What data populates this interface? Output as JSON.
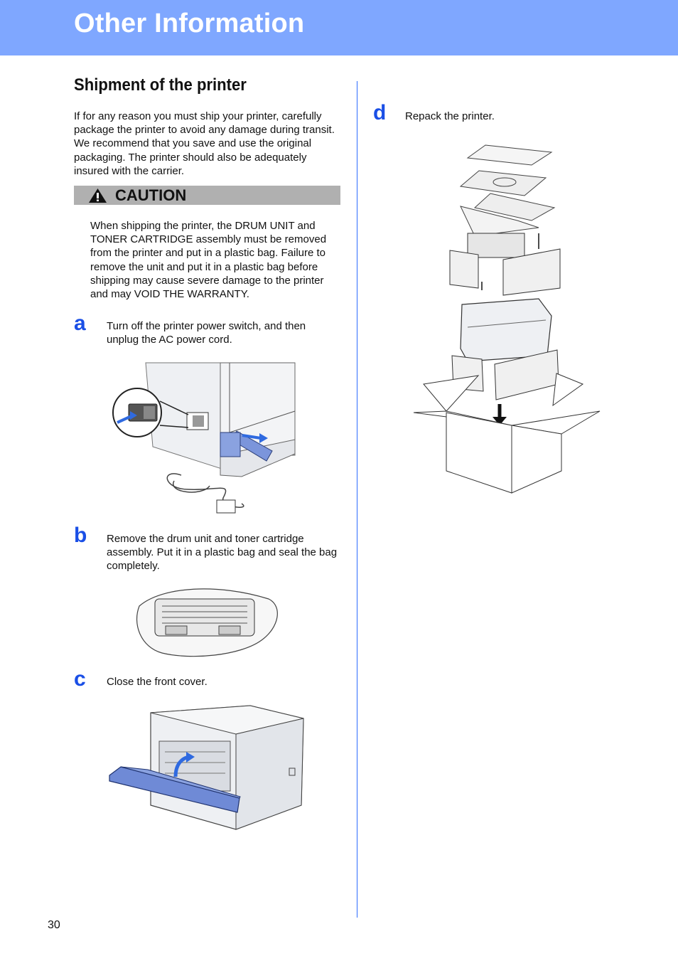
{
  "header": {
    "title": "Other Information"
  },
  "section": {
    "title": "Shipment of the printer",
    "intro": "If for any reason you must ship your printer, carefully package the printer to avoid any damage during transit. We recommend that you save and use the original packaging. The printer should also be adequately insured with the carrier."
  },
  "caution": {
    "label": "CAUTION",
    "icon": "warning-triangle-icon",
    "text": "When shipping the printer, the DRUM UNIT and TONER CARTRIDGE assembly must be removed from the printer and put in a plastic bag. Failure to remove the unit and put it in a plastic bag before shipping may cause severe damage to the printer and may VOID THE WARRANTY."
  },
  "steps": [
    {
      "letter": "a",
      "text": "Turn off the printer power switch, and then unplug the AC power cord."
    },
    {
      "letter": "b",
      "text": "Remove the drum unit and toner cartridge assembly. Put it in a plastic bag and seal the bag completely."
    },
    {
      "letter": "c",
      "text": "Close the front cover."
    },
    {
      "letter": "d",
      "text": "Repack the printer."
    }
  ],
  "footer": {
    "page_number": "30"
  },
  "colors": {
    "header_band": "#7fa7ff",
    "step_letter": "#1a4fe6",
    "caution_bar": "#b0b0b0",
    "divider": "#2d6cff",
    "accent_blue": "#5b7fd6"
  }
}
